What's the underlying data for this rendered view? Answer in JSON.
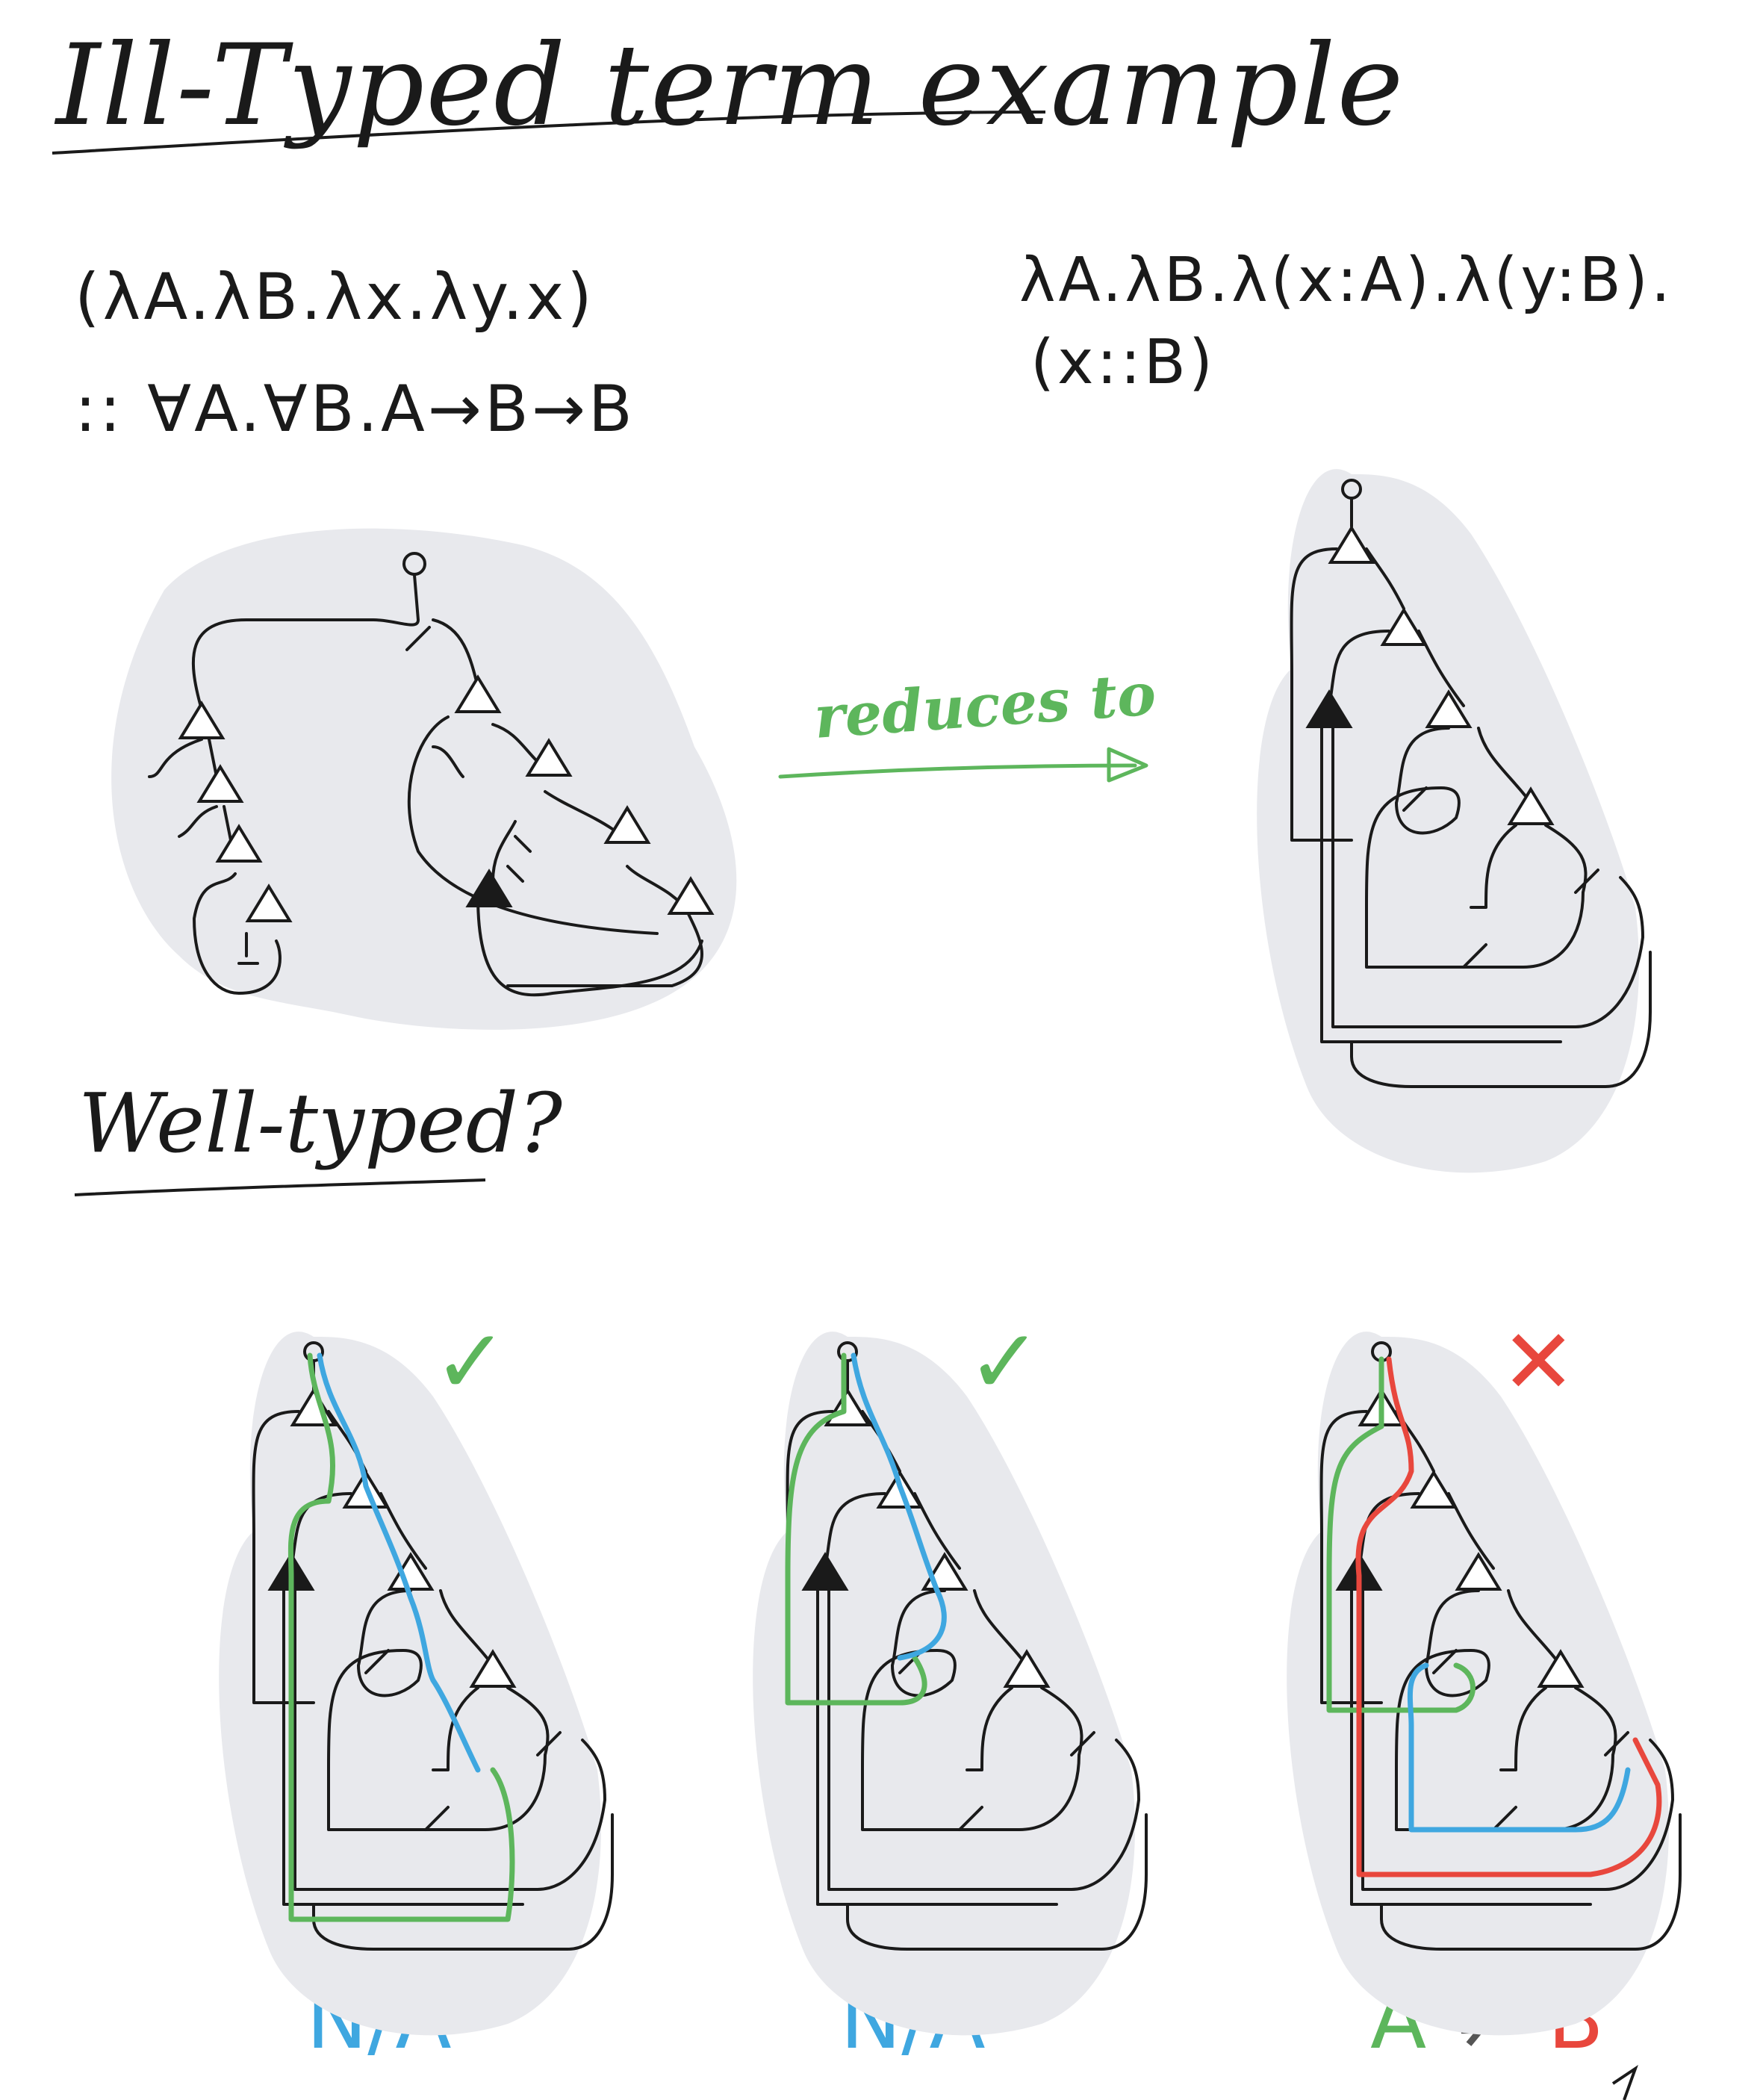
{
  "title": "Ill-Typed term example",
  "term_left": {
    "line1": "(λA.λB.λx.λy.x)",
    "line2": ":: ∀A.∀B.A→B→B"
  },
  "term_right": {
    "line1": "λA.λB.λ(x:A).λ(y:B).",
    "line2": "(x::B)"
  },
  "arrow_label": "reduces to",
  "question": "Well-typed?",
  "checks": [
    {
      "mark": "✓",
      "label": "N/A"
    },
    {
      "mark": "✓",
      "label": "N/A"
    },
    {
      "mark": "✕",
      "label_a": "A",
      "label_ne": "≠",
      "label_b": "B"
    }
  ],
  "colors": {
    "green": "#5db65c",
    "blue": "#3fa7e0",
    "red": "#e8473d",
    "blob": "#e8e9ed",
    "ink": "#1a1a1a"
  }
}
